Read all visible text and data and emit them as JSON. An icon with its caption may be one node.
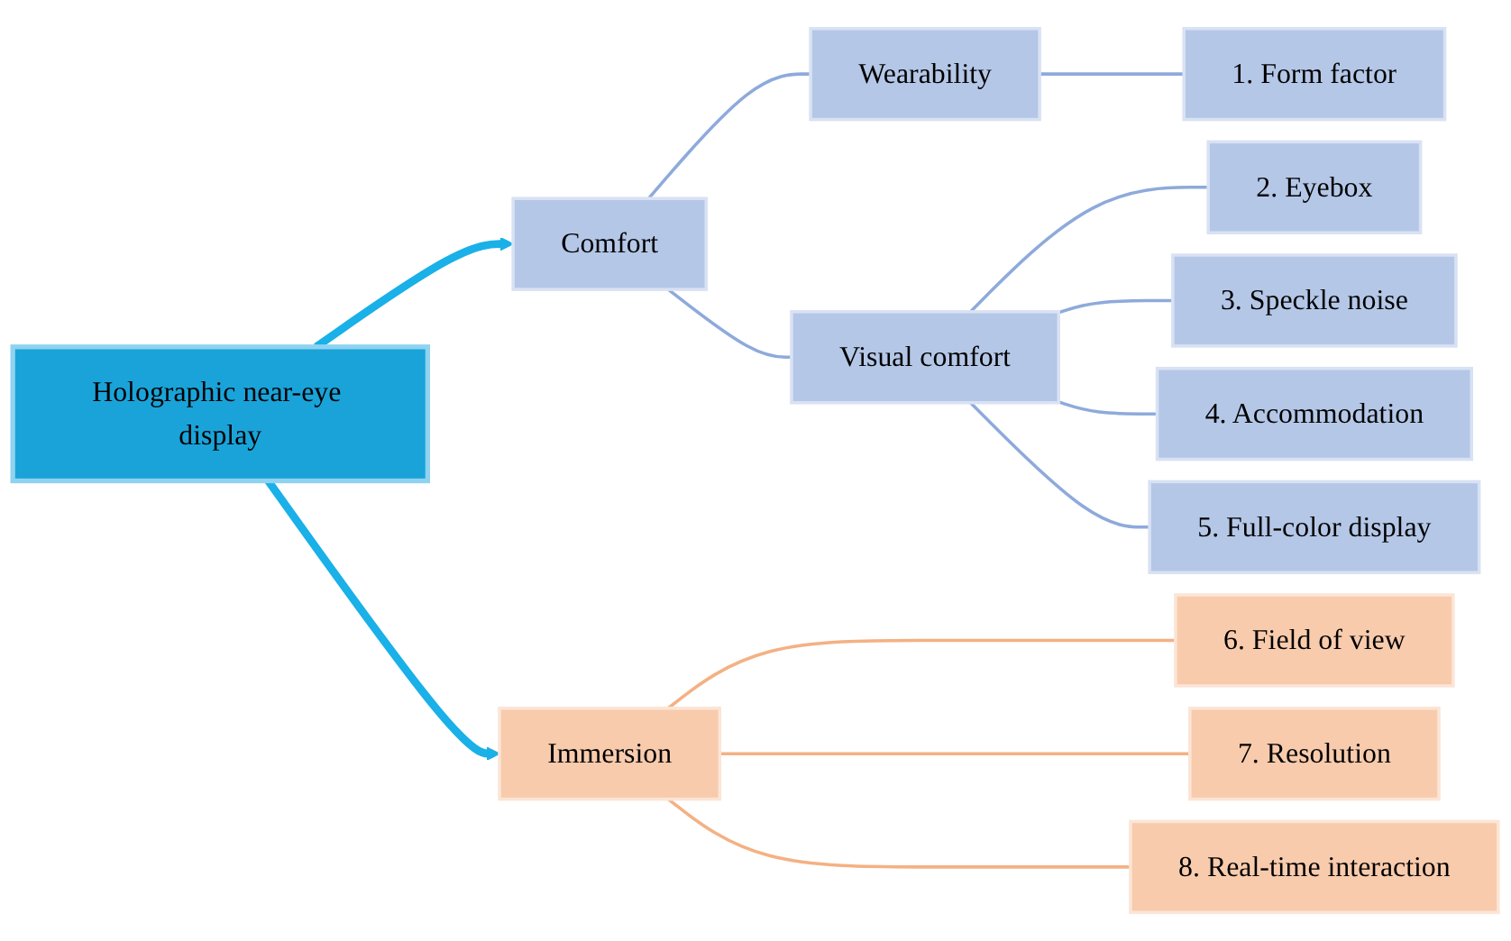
{
  "diagram": {
    "nodes": [
      {
        "text": [
          "Holographic near-eye display"
        ]
      },
      {
        "text": [
          "Comfort"
        ]
      },
      {
        "text": [
          "Immersion"
        ]
      },
      {
        "text": [
          "Wearability"
        ]
      },
      {
        "text": [
          "Visual comfort"
        ]
      },
      {
        "text": [
          "1. Form factor"
        ]
      },
      {
        "text": [
          "2. Eyebox"
        ]
      },
      {
        "text": [
          "3. Speckle noise"
        ]
      },
      {
        "text": [
          "4. Accommodation"
        ]
      },
      {
        "text": [
          "5. Full-color display"
        ]
      },
      {
        "text": [
          "6. Field of view"
        ]
      },
      {
        "text": [
          "7. Resolution"
        ]
      },
      {
        "text": [
          "8. Real-time interaction"
        ]
      }
    ],
    "edges": [
      {
        "from": 0,
        "to": 1,
        "arrow": "to",
        "style": "thick",
        "color": "#1ab0e8"
      },
      {
        "from": 0,
        "to": 2,
        "arrow": "to",
        "style": "thick",
        "color": "#1ab0e8"
      },
      {
        "from": 1,
        "to": 3,
        "arrow": "none"
      },
      {
        "from": 1,
        "to": 4,
        "arrow": "none"
      },
      {
        "from": 3,
        "to": 5,
        "arrow": "none"
      },
      {
        "from": 4,
        "to": 6,
        "arrow": "none"
      },
      {
        "from": 4,
        "to": 7,
        "arrow": "none"
      },
      {
        "from": 4,
        "to": 8,
        "arrow": "none"
      },
      {
        "from": 4,
        "to": 9,
        "arrow": "none"
      },
      {
        "from": 2,
        "to": 10,
        "arrow": "none",
        "color": "#f4b183"
      },
      {
        "from": 2,
        "to": 11,
        "arrow": "none",
        "color": "#f4b183"
      },
      {
        "from": 2,
        "to": 12,
        "arrow": "none",
        "color": "#f4b183"
      }
    ]
  }
}
